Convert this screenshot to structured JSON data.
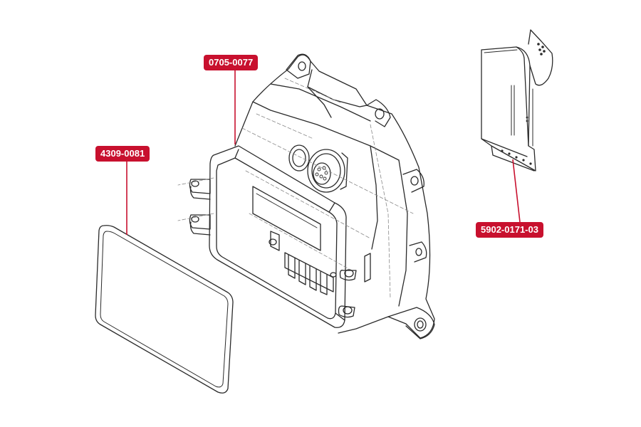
{
  "labels": [
    {
      "id": "housing",
      "text": "0705-0077"
    },
    {
      "id": "gasket",
      "text": "4309-0081"
    },
    {
      "id": "bracket",
      "text": "5902-0171-03"
    }
  ],
  "colors": {
    "callout": "#c8102e",
    "line": "#2a2a2a",
    "hidden_line": "#888888"
  }
}
